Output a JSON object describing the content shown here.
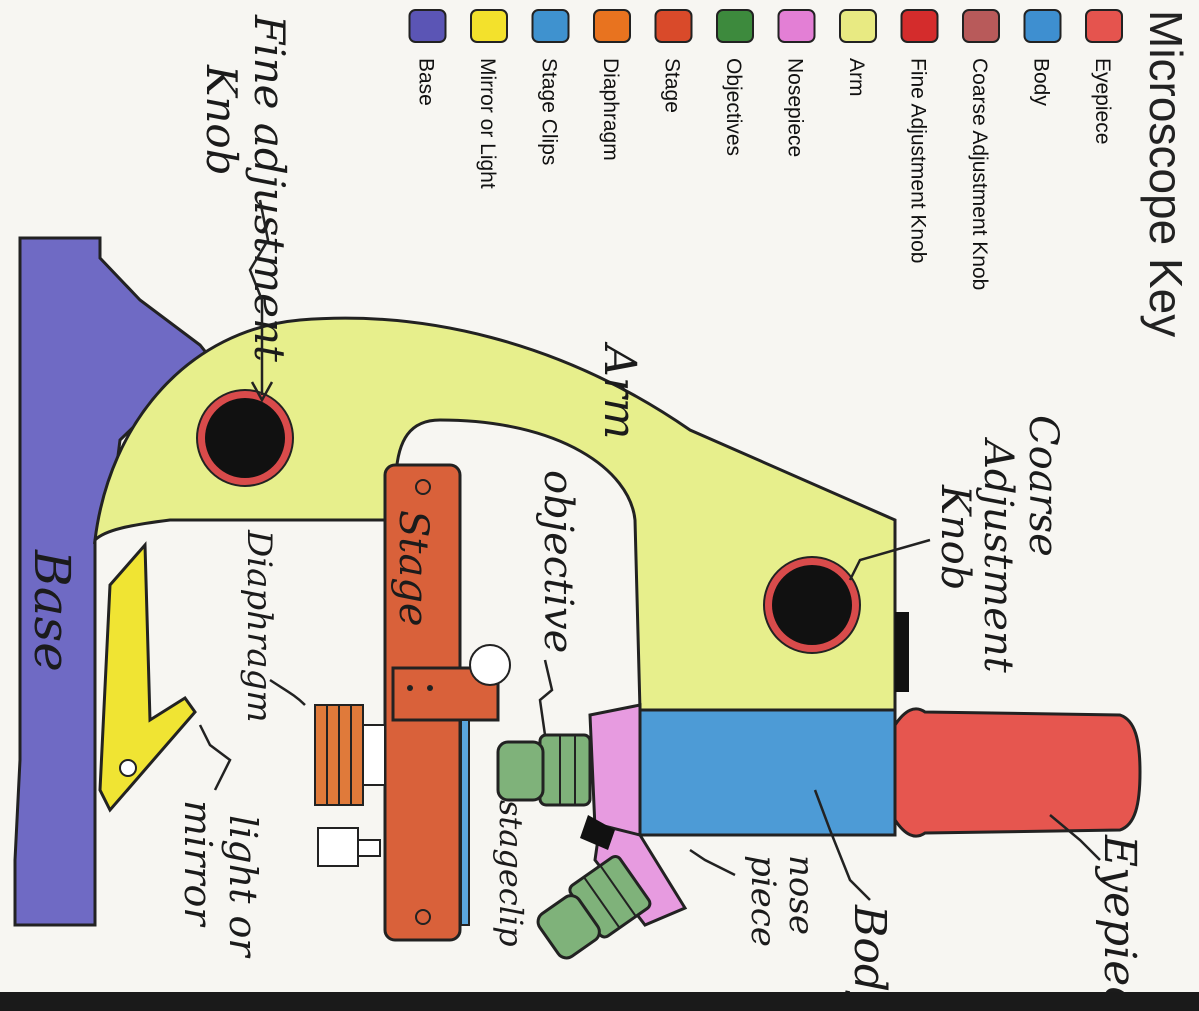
{
  "key": {
    "title": "Microscope Key",
    "items": [
      {
        "label": "Eyepiece",
        "color": "#e5544e"
      },
      {
        "label": "Body",
        "color": "#3e8fd0"
      },
      {
        "label": "Coarse Adjustment Knob",
        "color": "#b85a5a"
      },
      {
        "label": "Fine Adjustment Knob",
        "color": "#d42c2c"
      },
      {
        "label": "Arm",
        "color": "#e8ea82"
      },
      {
        "label": "Nosepiece",
        "color": "#e37fd5"
      },
      {
        "label": "Objectives",
        "color": "#3d8a3d"
      },
      {
        "label": "Stage",
        "color": "#d94a2a"
      },
      {
        "label": "Diaphragm",
        "color": "#e8731f"
      },
      {
        "label": "Stage Clips",
        "color": "#3f92cf"
      },
      {
        "label": "Mirror or Light",
        "color": "#f3e12c"
      },
      {
        "label": "Base",
        "color": "#5b55b5"
      }
    ]
  },
  "annotations": {
    "fine_knob": [
      "Fine adjustment",
      "Knob"
    ],
    "coarse_knob": [
      "Coarse",
      "Adjustment",
      "Knob"
    ],
    "arm": "Arm",
    "objective": "objective",
    "stage": "Stage",
    "diaphragm": "Diaphragm",
    "base": "Base",
    "stage_clip": "stageclip",
    "light_mirror": [
      "light or",
      "mirror"
    ],
    "nose_piece": [
      "nose",
      "piece"
    ],
    "body": "Body",
    "eyepiece": "Eyepiece"
  },
  "colors": {
    "base": "#6f6ac4",
    "arm": "#e7ef8c",
    "body": "#4d9bd6",
    "eyepiece": "#e6564f",
    "stage": "#d9613a",
    "objective": "#7fb27a",
    "nosepiece": "#e79be0",
    "diaphragm": "#e07a3a",
    "mirror": "#f0e433",
    "clip": "#5aa6dd",
    "knob": "#111111",
    "knob_ring": "#d94b4b"
  }
}
